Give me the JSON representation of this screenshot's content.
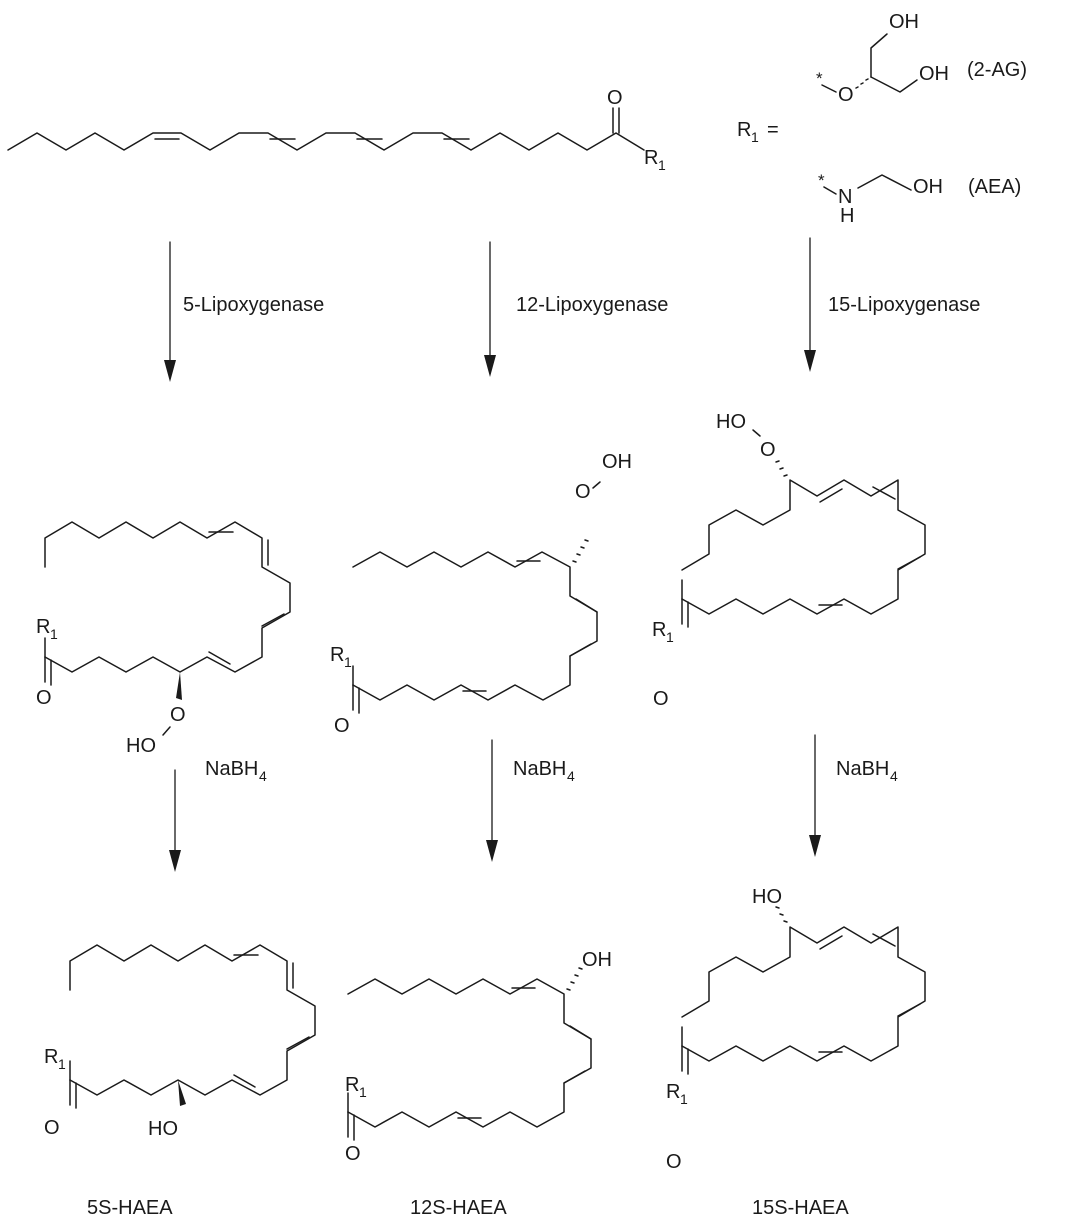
{
  "reagents": {
    "r1": "R",
    "r1_sub": "1",
    "r1_equals": "R",
    "r1_equals_sub": "1",
    "equals": "=",
    "oh": "OH",
    "o": "O",
    "n": "N",
    "h": "H",
    "ho": "HO",
    "star": "*"
  },
  "r1_options": [
    {
      "label": "(2-AG)"
    },
    {
      "label": "(AEA)"
    }
  ],
  "enzymes": [
    {
      "label": "5-Lipoxygenase"
    },
    {
      "label": "12-Lipoxygenase"
    },
    {
      "label": "15-Lipoxygenase"
    }
  ],
  "reductant": {
    "text": "NaBH",
    "sub": "4"
  },
  "products": [
    {
      "label": "5S-HAEA"
    },
    {
      "label": "12S-HAEA"
    },
    {
      "label": "15S-HAEA"
    }
  ]
}
